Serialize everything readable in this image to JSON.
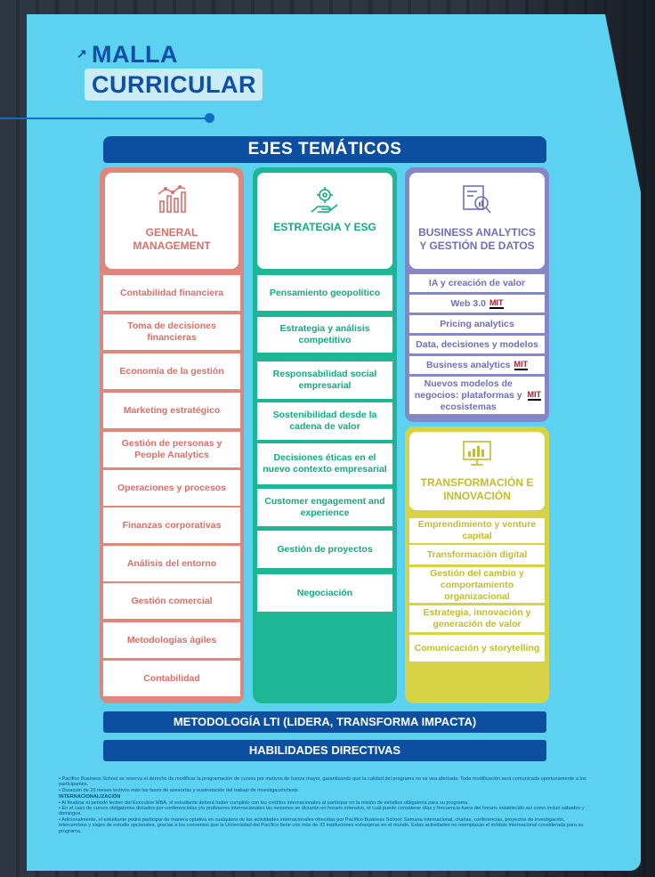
{
  "title": {
    "line1": "MALLA",
    "line2": "CURRICULAR",
    "arrow": "↗"
  },
  "ejes_label": "EJES TEMÁTICOS",
  "columns": {
    "general_management": {
      "title": "GENERAL MANAGEMENT",
      "icon": "bar-chart-icon",
      "items": [
        "Contabilidad financiera",
        "Toma de decisiones financieras",
        "Economía de la gestión",
        "Marketing estratégico",
        "Gestión de personas y People Analytics",
        "Operaciones y procesos",
        "Finanzas corporativas",
        "Análisis del entorno",
        "Gestión comercial",
        "Metodologías ágiles",
        "Contabilidad"
      ]
    },
    "estrategia": {
      "title": "ESTRATEGIA Y ESG",
      "icon": "hand-gear-icon",
      "items": [
        "Pensamiento geopolítico",
        "Estrategia y análisis competitivo",
        "Responsabilidad social empresarial",
        "Sostenibilidad desde la cadena de valor",
        "Decisiones éticas en el nuevo contexto empresarial",
        "Customer engagement and experience",
        "Gestión de proyectos",
        "Negociación"
      ]
    },
    "business_analytics": {
      "title": "BUSINESS ANALYTICS Y GESTIÓN DE DATOS",
      "icon": "analytics-magnifier-icon",
      "items": [
        "IA y creación de valor",
        "Web 3.0",
        "Pricing analytics",
        "Data, decisiones y modelos",
        "Business analytics",
        "Nuevos modelos de negocios: plataformas y ecosistemas"
      ],
      "mit_badge": "MIT"
    },
    "transformacion": {
      "title": "TRANSFORMACIÓN E INNOVACIÓN",
      "icon": "monitor-chart-icon",
      "items": [
        "Emprendimiento y venture capital",
        "Transformación digital",
        "Gestión del cambio y comportamiento organizacional",
        "Estrategia, innovación y generación de valor",
        "Comunicación y storytelling"
      ]
    }
  },
  "bands": {
    "metodologia": "METODOLOGÍA LTI (LIDERA, TRANSFORMA IMPACTA)",
    "habilidades": "HABILIDADES DIRECTIVAS"
  },
  "notes": {
    "n1": "• Pacífico Business School se reserva el derecho de modificar la programación de cursos por motivos de fuerza mayor, garantizando que la calidad del programa no se vea afectada. Toda modificación será comunicada oportunamente a los participantes.",
    "n2": "• Duración de 20 meses lectivos más las fases de asesorías y sustentación del trabajo de investigación/tesis.",
    "heading": "INTERNACIONALIZACIÓN",
    "n3": "• Al finalizar el periodo lectivo del Executive MBA, el estudiante deberá haber cumplido con los créditos internacionales al participar en la misión de estudios obligatoria para su programa.",
    "n4": "• En el caso de cursos obligatorios dictados por conferencistas y/o profesores internacionales las sesiones se dictarán en horario intensivo, el cual puede considerar días y frecuencia fuera del horario establecido así como incluir sábados y domingos.",
    "n5": "• Adicionalmente, el estudiante podrá participar de manera optativa en cualquiera de las actividades internacionales ofrecidas por Pacífico Business School: Semana Internacional, charlas, conferencias, proyectos de investigación, intercambios y viajes de estudio opcionales, gracias a los convenios que la Universidad del Pacífico tiene con más de 33 instituciones extranjeras en el mundo. Estas actividades no reemplazan el módulo internacional considerada para su programa."
  },
  "colors": {
    "panel": "#5cd2f0",
    "navy": "#0c4fa0",
    "coral": "#e0877c",
    "green": "#1db795",
    "purple": "#8687c6",
    "yellow": "#d8d346"
  }
}
